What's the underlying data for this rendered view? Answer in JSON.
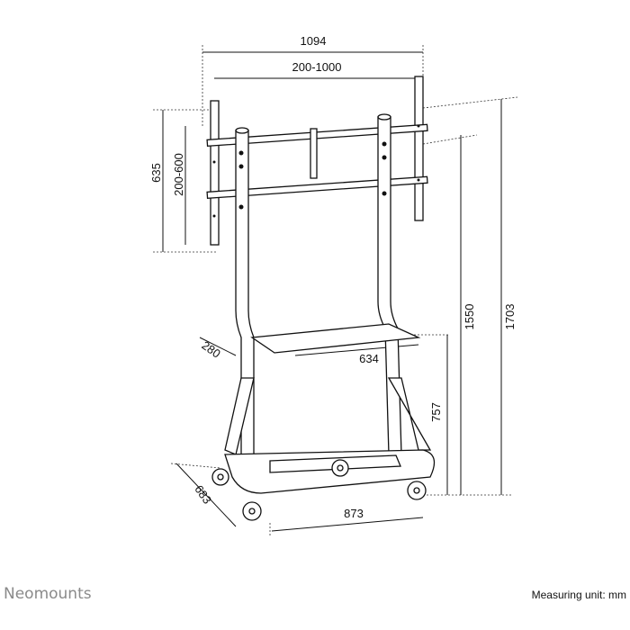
{
  "dimensions": {
    "overall_width": "1094",
    "vesa_width": "200-1000",
    "mount_height": "635",
    "vesa_height": "200-600",
    "max_height": "1550",
    "total_height": "1703",
    "shelf_depth": "280",
    "shelf_width": "634",
    "shelf_height": "757",
    "base_depth": "683",
    "base_width": "873"
  },
  "footer": {
    "brand": "Neomounts",
    "unit_label": "Measuring unit: mm"
  }
}
